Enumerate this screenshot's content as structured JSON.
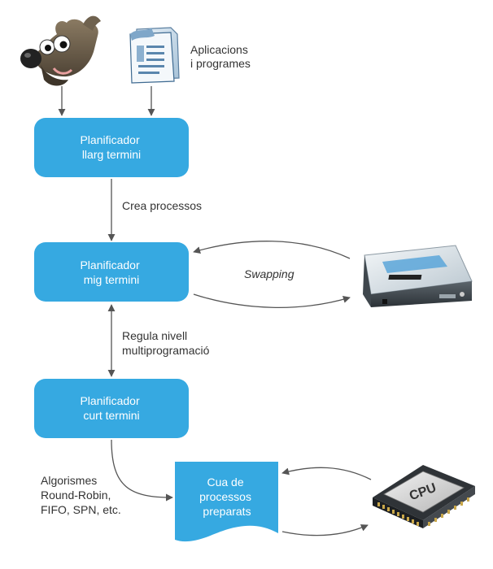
{
  "icons": {
    "gimp": "gimp-mascot-icon",
    "document": "application-document-icon",
    "hard_drive": "hard-drive-icon",
    "cpu": "cpu-chip-icon"
  },
  "colors": {
    "box_fill": "#36a9e1",
    "box_text": "#ffffff",
    "arrow": "#555555",
    "label_text": "#333333"
  },
  "apps_label": {
    "line1": "Aplicacions",
    "line2": "i programes"
  },
  "long_term": {
    "line1": "Planificador",
    "line2": "llarg termini"
  },
  "creates_label": "Crea processos",
  "mid_term": {
    "line1": "Planificador",
    "line2": "mig termini"
  },
  "swapping_label": "Swapping",
  "regulates_label": {
    "line1": "Regula nivell",
    "line2": "multiprogramació"
  },
  "short_term": {
    "line1": "Planificador",
    "line2": "curt termini"
  },
  "algorithms_label": {
    "line1": "Algorismes",
    "line2": "Round-Robin,",
    "line3": "FIFO, SPN, etc."
  },
  "ready_queue": {
    "line1": "Cua de",
    "line2": "processos",
    "line3": "preparats"
  },
  "cpu_chip_text": "CPU"
}
